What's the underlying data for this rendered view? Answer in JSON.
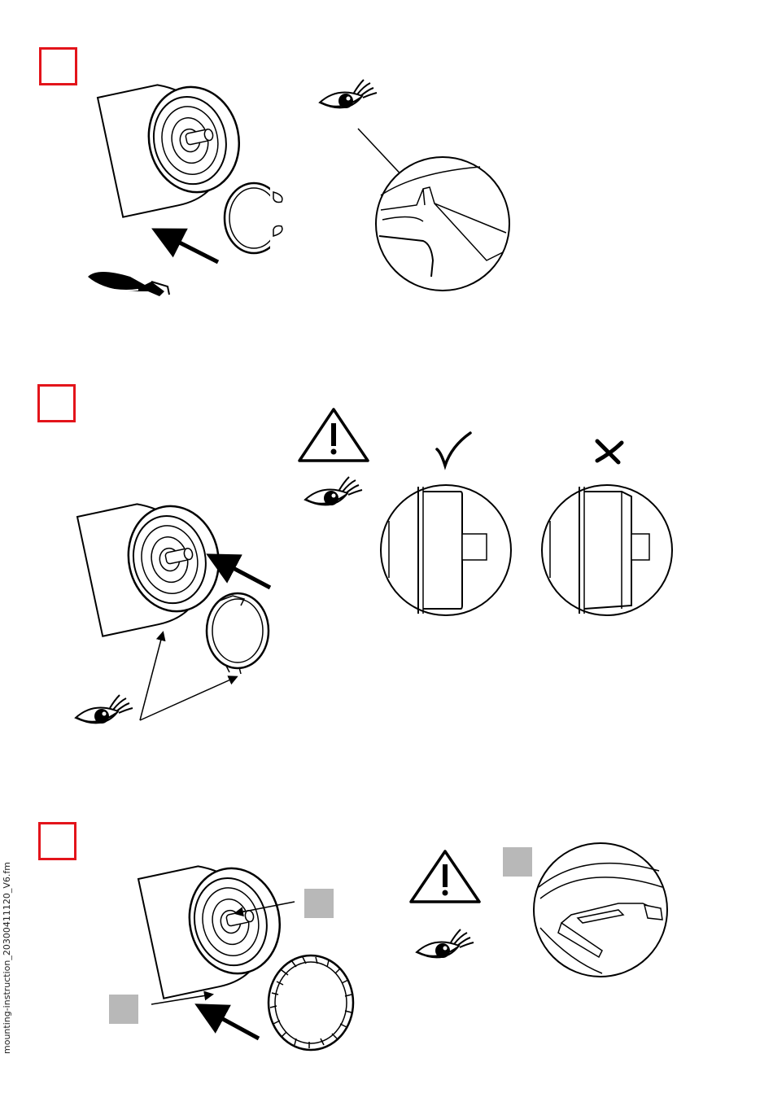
{
  "steps": [
    {
      "id": "step-1"
    },
    {
      "id": "step-2"
    },
    {
      "id": "step-3"
    }
  ],
  "icons": {
    "eye": "eye-icon",
    "warning": "warning-triangle-icon",
    "check": "checkmark-icon",
    "cross": "cross-icon",
    "pliers": "circlip-pliers-icon",
    "arrow": "arrow-icon"
  },
  "colors": {
    "step_box_border": "#e3141b",
    "callout_box": "#b8b8b8",
    "line": "#000000"
  },
  "footer": {
    "filename": "mounting-instruction_20300411120_V6.fm"
  }
}
